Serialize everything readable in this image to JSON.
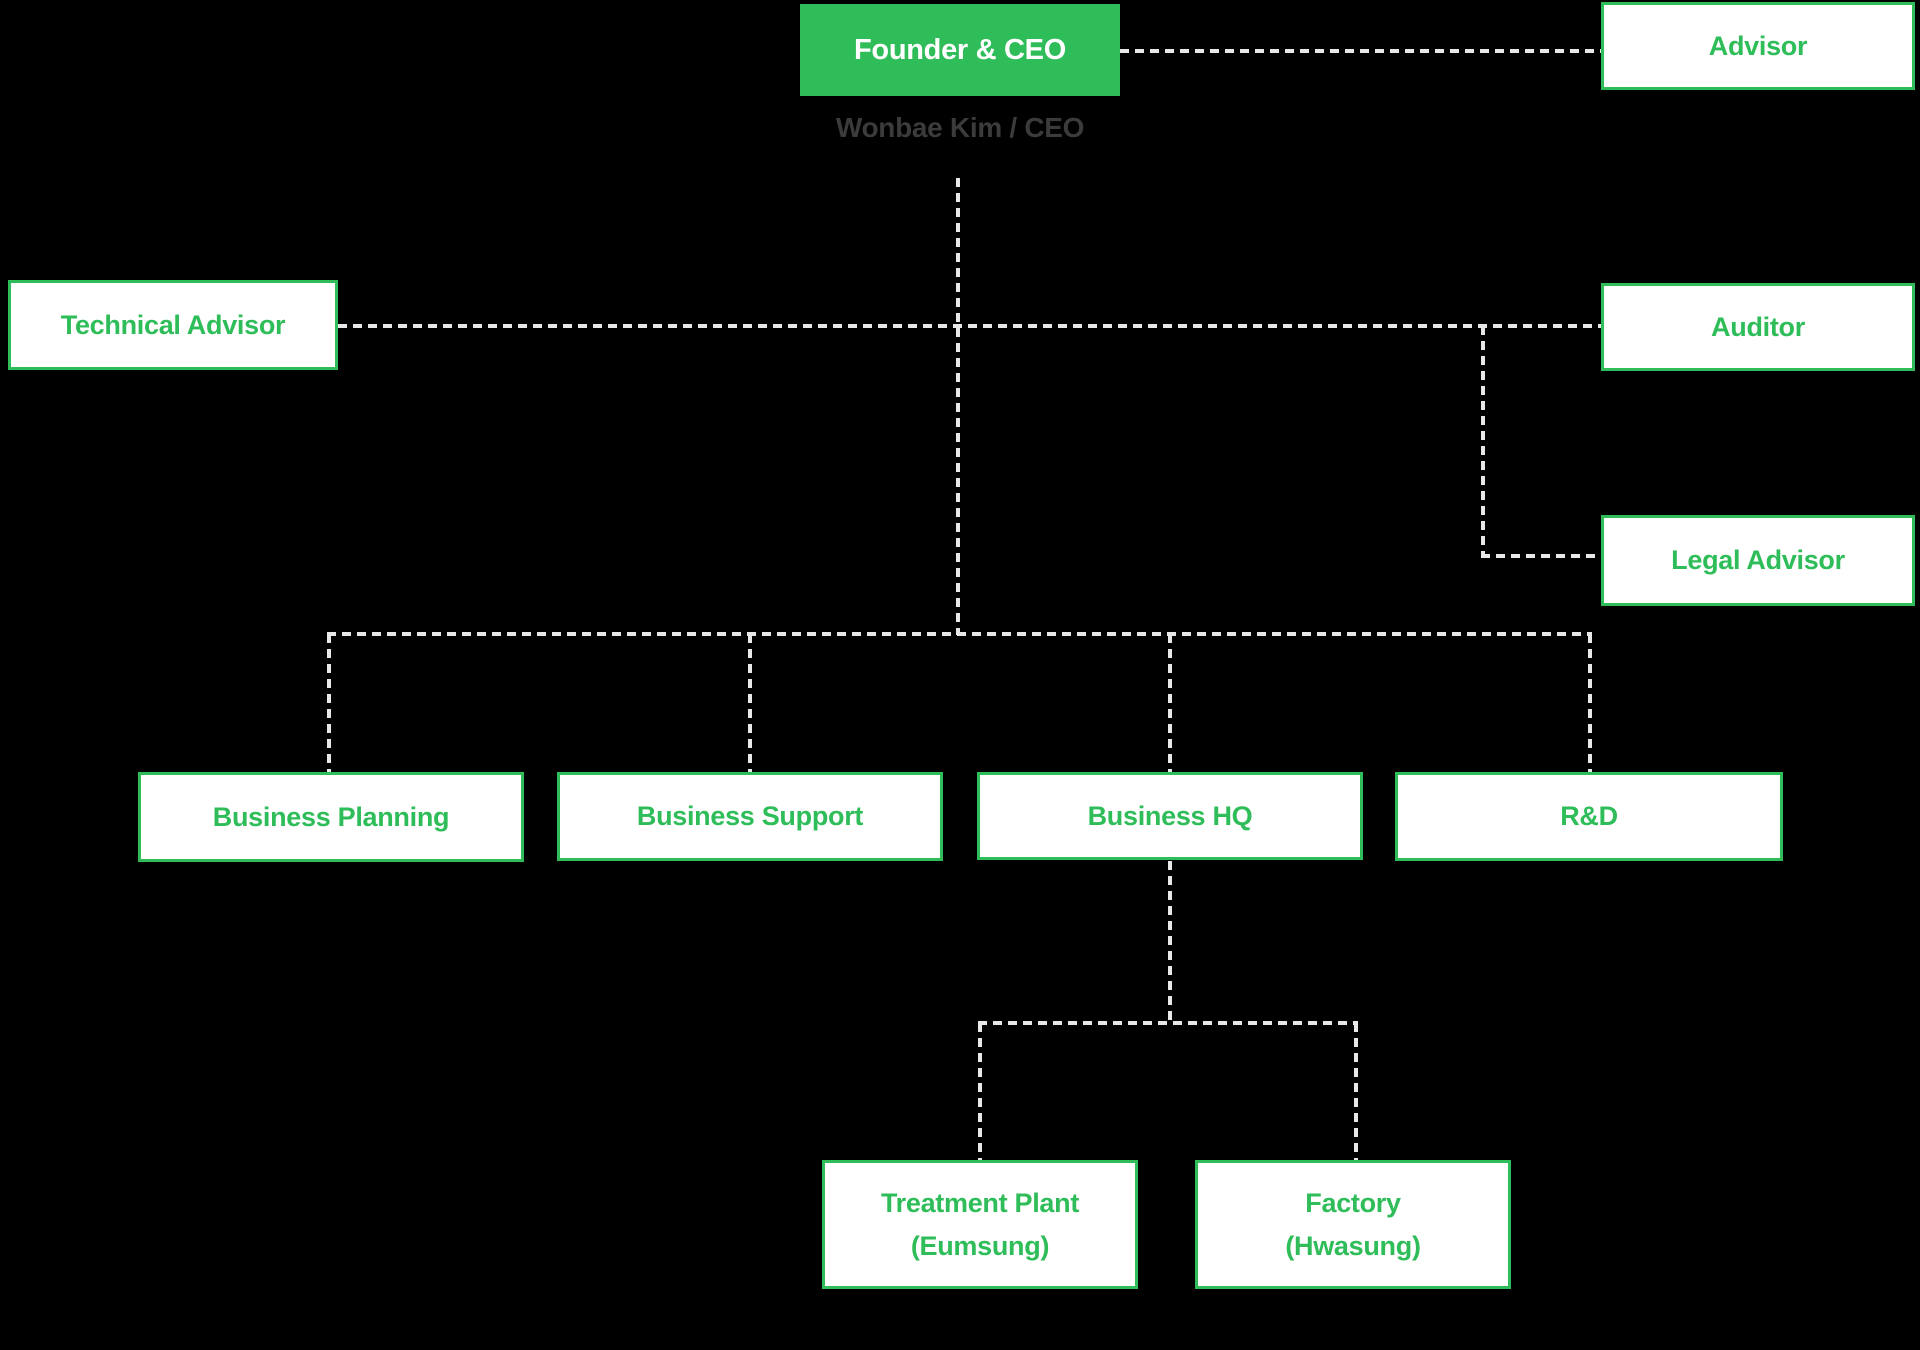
{
  "page": {
    "background": "#000000"
  },
  "colors": {
    "green": "#2ebd59",
    "box-bg": "#ffffff",
    "line": "#e8e8e8",
    "subtitle-text": "#3b3b3b",
    "root-text": "#ffffff"
  },
  "org": {
    "root": {
      "label": "Founder & CEO",
      "subtitle": "Wonbae Kim / CEO"
    },
    "advisors": [
      {
        "label": "Advisor"
      },
      {
        "label": "Technical Advisor"
      },
      {
        "label": "Auditor"
      },
      {
        "label": "Legal Advisor"
      }
    ],
    "departments": [
      {
        "label": "Business Planning"
      },
      {
        "label": "Business Support"
      },
      {
        "label": "Business HQ"
      },
      {
        "label": "R&D"
      }
    ],
    "facilities": [
      {
        "name": "Treatment Plant",
        "location": "(Eumsung)"
      },
      {
        "name": "Factory",
        "location": "(Hwasung)"
      }
    ]
  }
}
